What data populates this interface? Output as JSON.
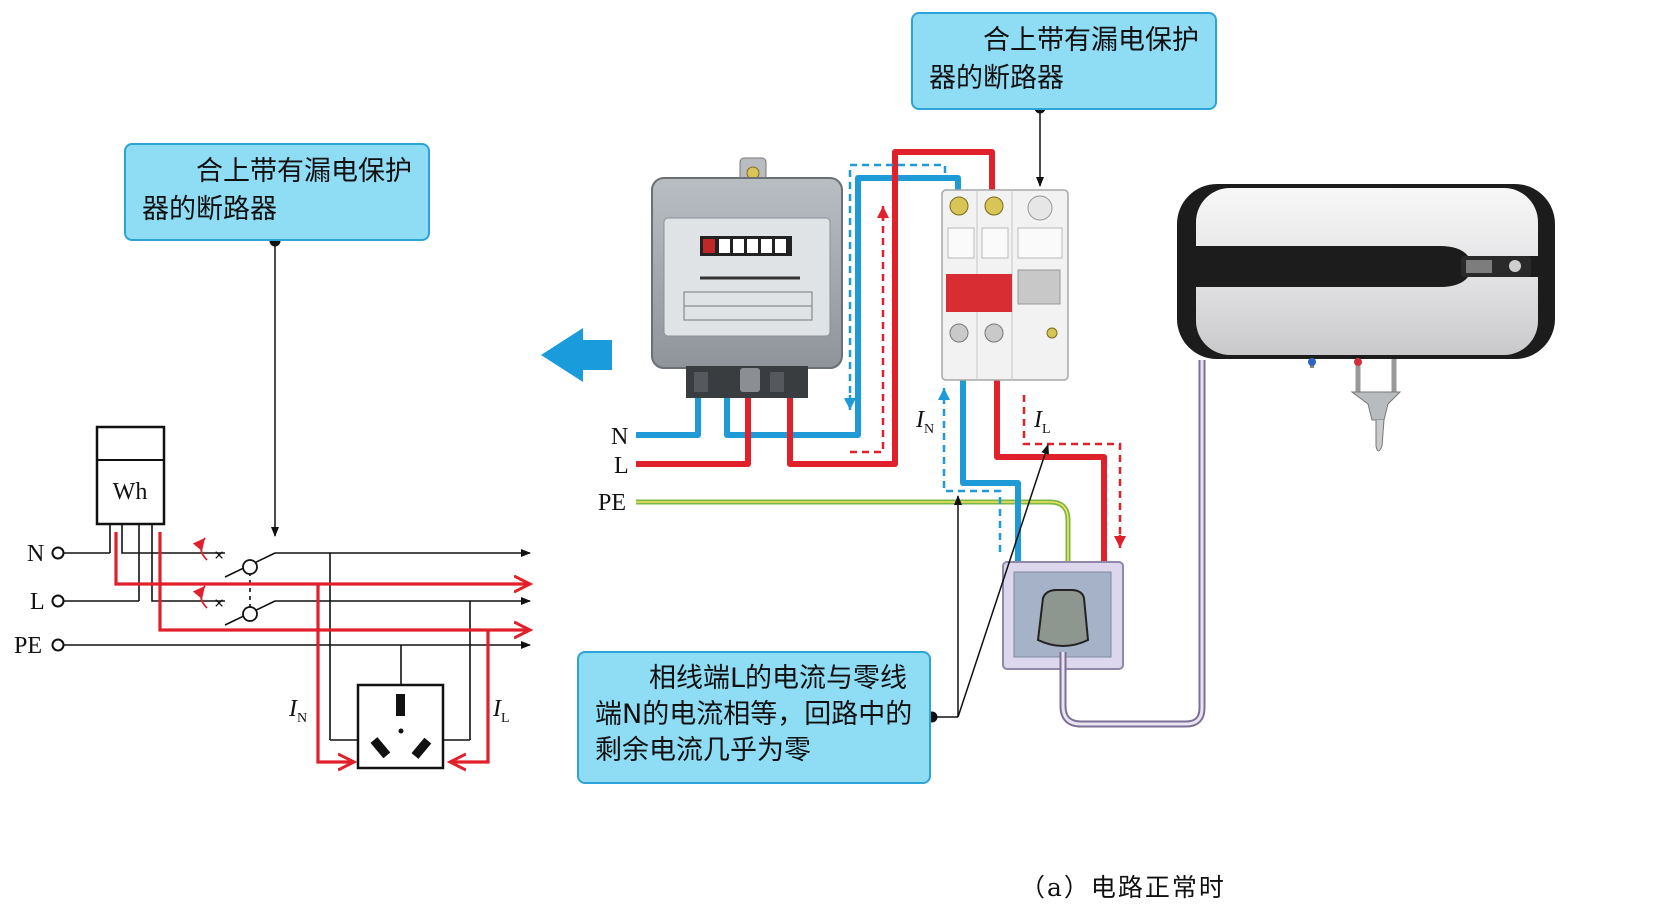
{
  "callouts": {
    "left_breaker": "合上带有漏电保护器的断路器",
    "right_breaker": "合上带有漏电保护器的断路器",
    "current_equal": "相线端L的电流与零线端N的电流相等，回路中的剩余电流几乎为零"
  },
  "schematic": {
    "meter_label": "Wh",
    "terminals": {
      "n": "N",
      "l": "L",
      "pe": "PE"
    },
    "current_n": {
      "symbol": "I",
      "sub": "N"
    },
    "current_l": {
      "symbol": "I",
      "sub": "L"
    }
  },
  "wiring": {
    "inputs": {
      "n": "N",
      "l": "L",
      "pe": "PE"
    },
    "current_n": {
      "symbol": "I",
      "sub": "N"
    },
    "current_l": {
      "symbol": "I",
      "sub": "L"
    }
  },
  "caption": "（a）电路正常时",
  "colors": {
    "live": "#e0202a",
    "neutral": "#1e9ad6",
    "earth": "#7ab648",
    "callout_fill": "#8fdcf5",
    "callout_border": "#2ea3d8",
    "arrow": "#1a9bdc"
  },
  "icons": [
    "left-arrow-icon",
    "energy-meter",
    "leakage-breaker",
    "socket",
    "water-heater",
    "switch-contact-icon"
  ]
}
